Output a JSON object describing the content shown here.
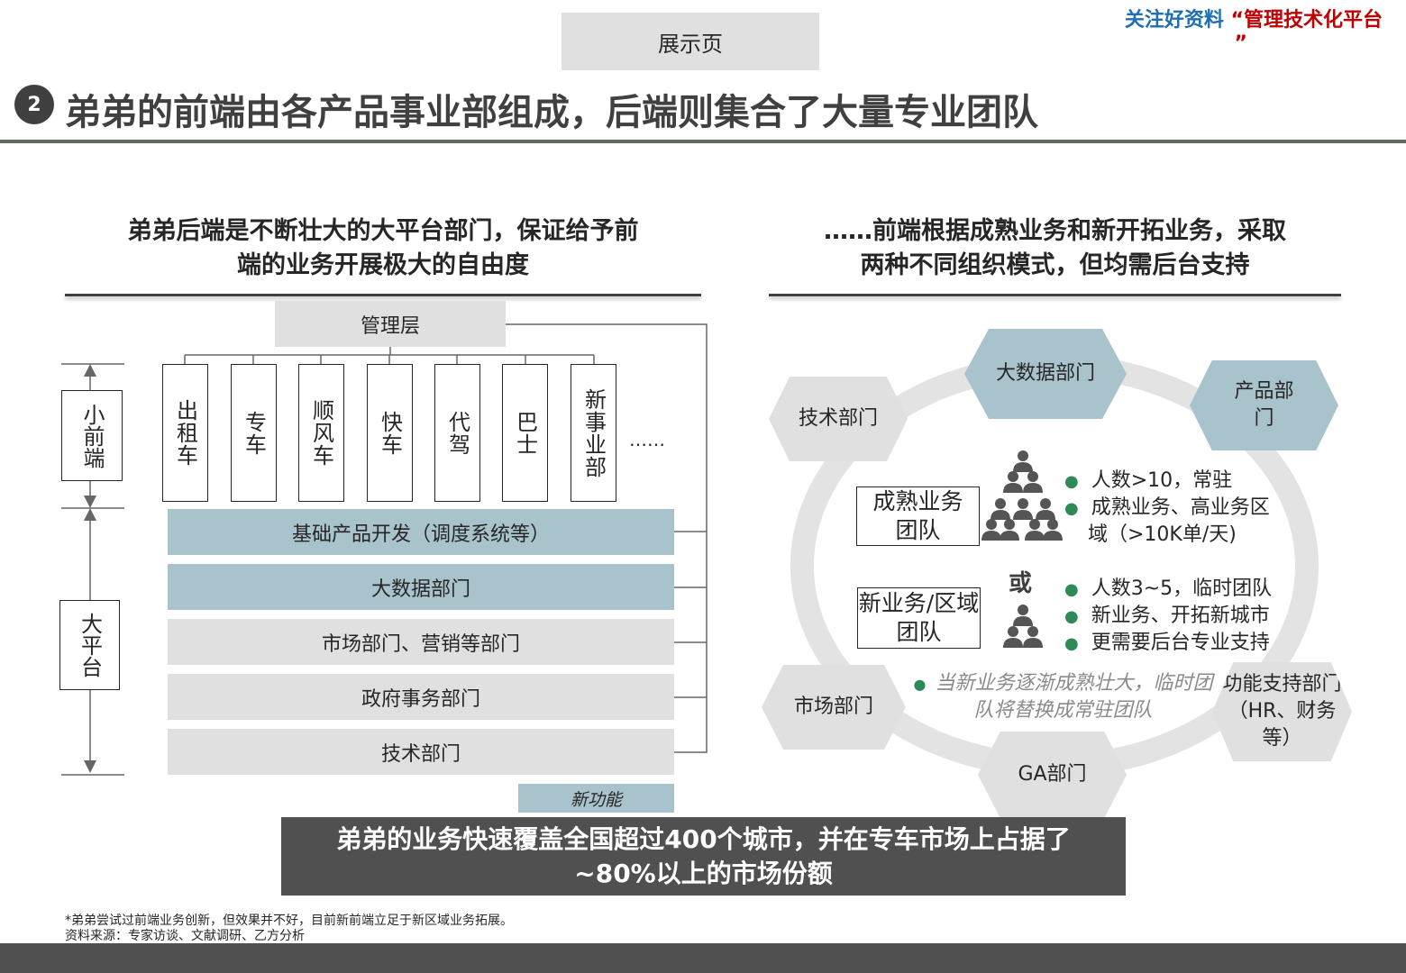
{
  "header": {
    "tag": "展示页",
    "promo_blue": "关注好资料",
    "promo_red": "“管理技术化平台",
    "promo_red2": "”",
    "number": "2",
    "title": "弟弟的前端由各产品事业部组成，后端则集合了大量专业团队"
  },
  "left": {
    "subtitle_1": "弟弟后端是不断壮大的大平台部门，保证给予前",
    "subtitle_2": "端的业务开展极大的自由度",
    "management": "管理层",
    "front_label": "小前端",
    "platform_label": "大平台",
    "units": [
      "出租车",
      "专车",
      "顺风车",
      "快车",
      "代驾",
      "巴士",
      "新事业部"
    ],
    "more": "……",
    "bars": [
      "基础产品开发（调度系统等）",
      "大数据部门",
      "市场部门、营销等部门",
      "政府事务部门",
      "技术部门"
    ],
    "new_feature": "新功能"
  },
  "right": {
    "subtitle_1": "……前端根据成熟业务和新开拓业务，采取",
    "subtitle_2": "两种不同组织模式，但均需后台支持",
    "hex": {
      "bigdata": "大数据部门",
      "tech": "技术部门",
      "product": "产品部门",
      "market": "市场部门",
      "support": "功能支持部门（HR、财务等）",
      "ga": "GA部门"
    },
    "mature_team": "成熟业务团队",
    "new_team": "新业务/区域团队",
    "or": "或",
    "mature_bullets": [
      "人数>10，常驻",
      "成熟业务、高业务区域（>10K单/天)"
    ],
    "new_bullets": [
      "人数3~5，临时团队",
      "新业务、开拓新城市",
      "更需要后台专业支持"
    ],
    "note": "当新业务逐渐成熟壮大，临时团队将替换成常驻团队"
  },
  "banner": "弟弟的业务快速覆盖全国超过400个城市，并在专车市场上占据了~80%以上的市场份额",
  "footnote": [
    "*弟弟尝试过前端业务创新，但效果并不好，目前新前端立足于新区域业务拓展。",
    "资料来源：专家访谈、文献调研、乙方分析"
  ]
}
